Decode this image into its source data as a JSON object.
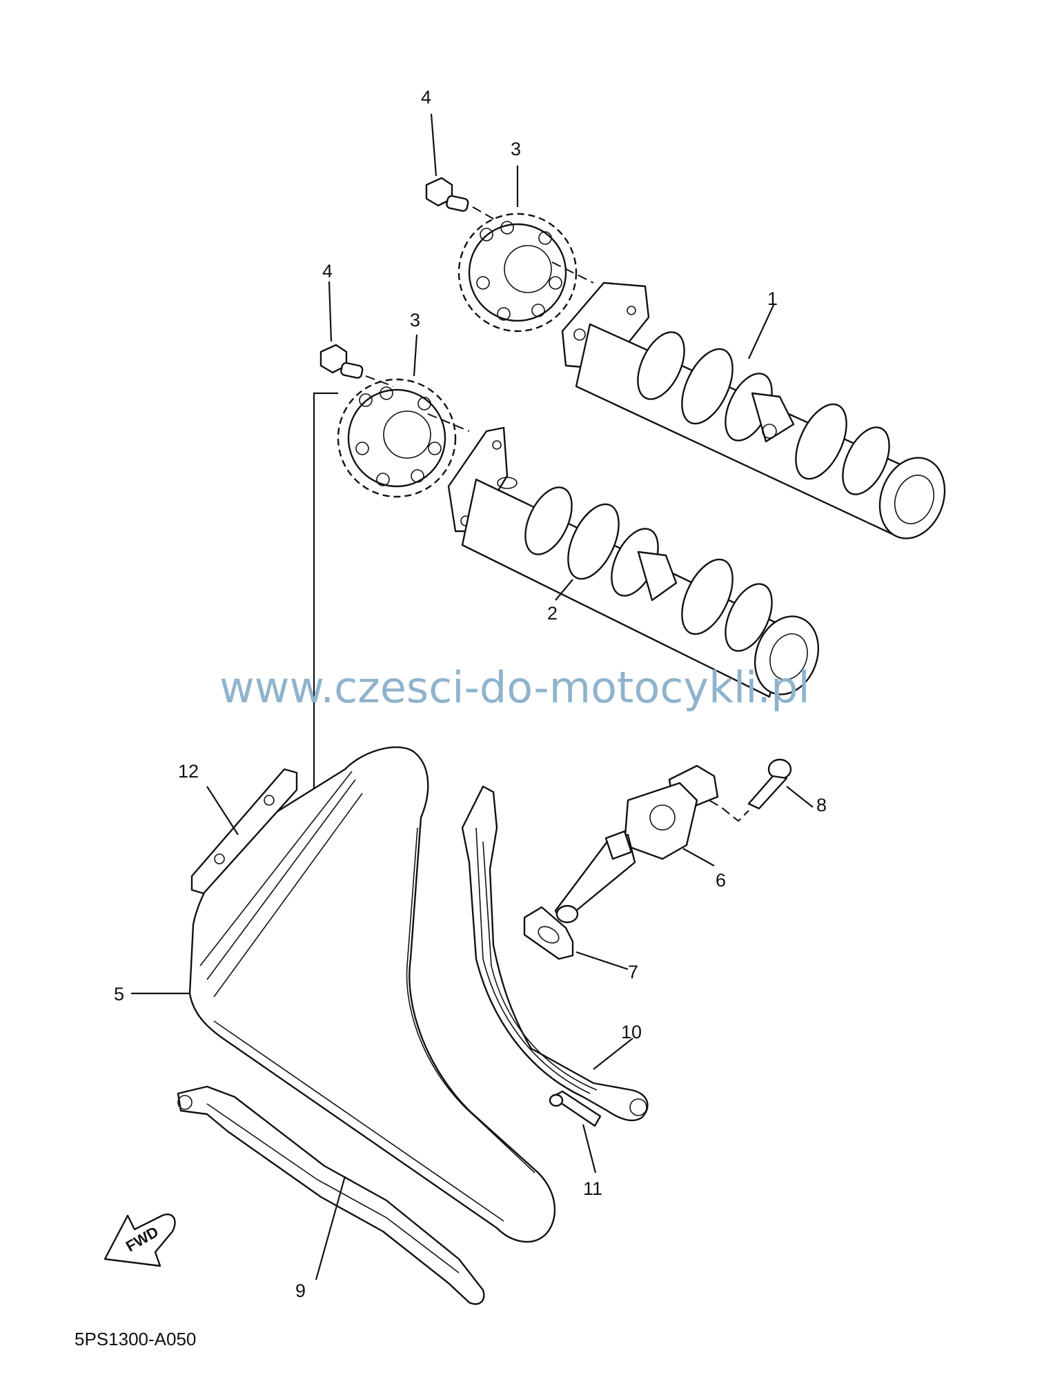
{
  "callouts": [
    {
      "id": "c1",
      "label": "1",
      "part": "camshaft-exhaust"
    },
    {
      "id": "c2",
      "label": "2",
      "part": "camshaft-intake"
    },
    {
      "id": "c3a",
      "label": "3",
      "part": "cam-sprocket-upper"
    },
    {
      "id": "c3b",
      "label": "3",
      "part": "cam-sprocket-lower"
    },
    {
      "id": "c4a",
      "label": "4",
      "part": "bolt-upper"
    },
    {
      "id": "c4b",
      "label": "4",
      "part": "bolt-lower"
    },
    {
      "id": "c5",
      "label": "5",
      "part": "timing-chain"
    },
    {
      "id": "c6",
      "label": "6",
      "part": "chain-tensioner"
    },
    {
      "id": "c7",
      "label": "7",
      "part": "tensioner-gasket"
    },
    {
      "id": "c8",
      "label": "8",
      "part": "tensioner-bolt"
    },
    {
      "id": "c9",
      "label": "9",
      "part": "chain-guide-lower"
    },
    {
      "id": "c10",
      "label": "10",
      "part": "tensioner-guide"
    },
    {
      "id": "c11",
      "label": "11",
      "part": "guide-pin"
    },
    {
      "id": "c12",
      "label": "12",
      "part": "chain-guide-top"
    }
  ],
  "watermark": "www.czesci-do-motocykli.pl",
  "fwd_label": "FWD",
  "reference_code": "5PS1300-A050"
}
